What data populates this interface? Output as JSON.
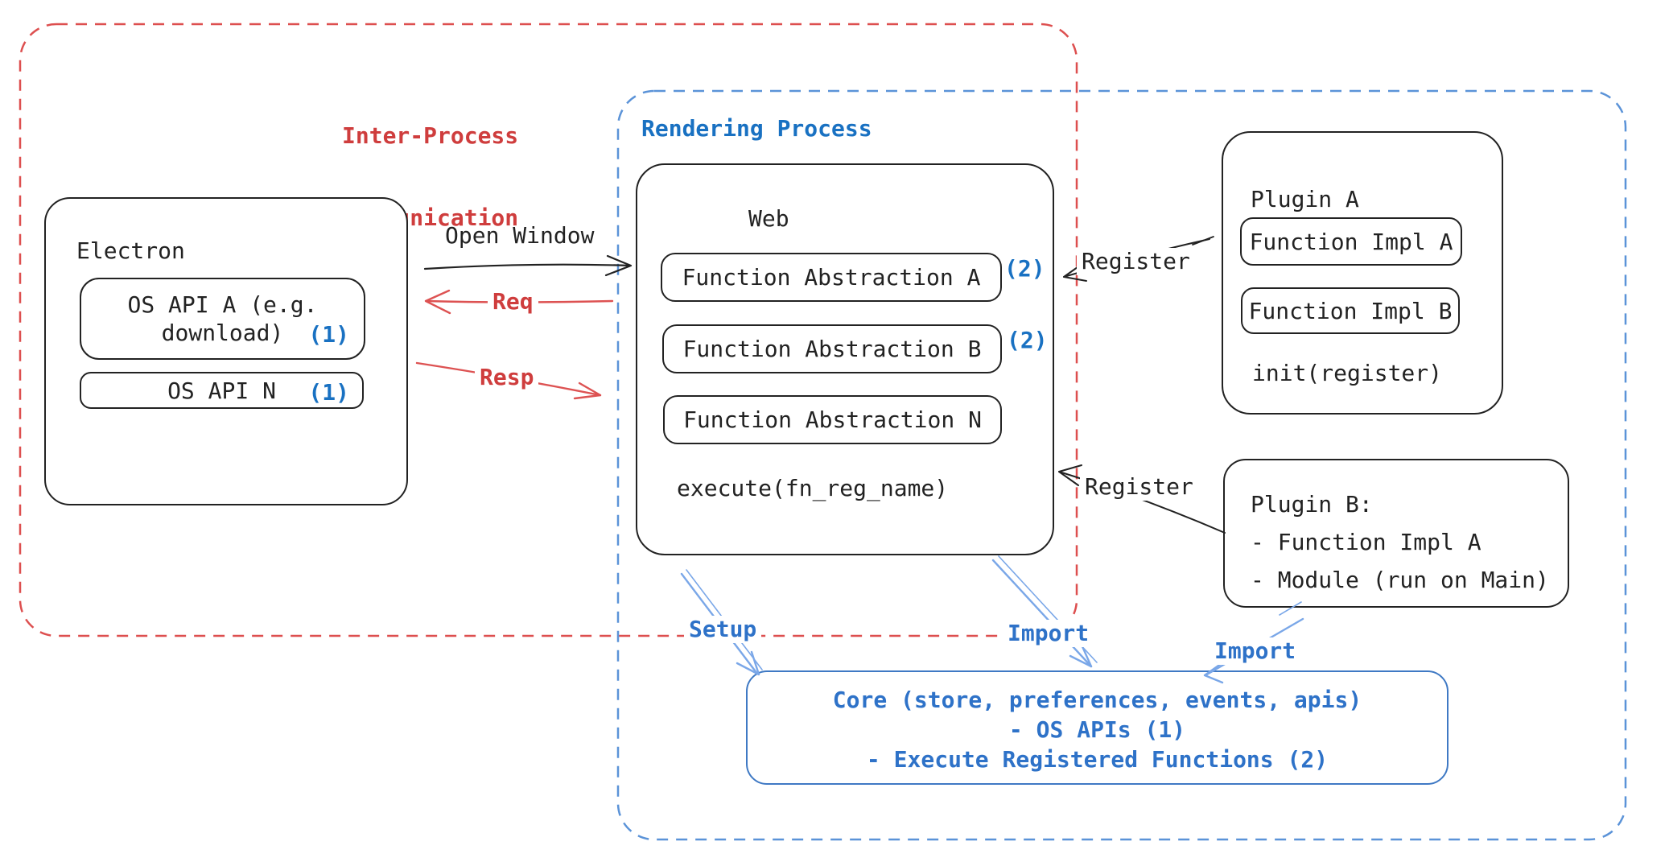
{
  "colors": {
    "ink": "#222222",
    "red_frame": "#dd4f4f",
    "red_text": "#cf3d3d",
    "red_arrow": "#dd5252",
    "blue": "#1971c2",
    "blue_frame": "#5b93d8",
    "blue_arrow": "#7aa7e8",
    "blue_label": "#2e72c8",
    "core_stroke": "#3f79c4"
  },
  "ipc_box": {
    "title_line1": "Inter-Process",
    "title_line2": "Communication"
  },
  "rendering_box": {
    "title": "Rendering Process"
  },
  "electron": {
    "title": "Electron",
    "api_a_line1": "OS API A (e.g.",
    "api_a_line2": "download)",
    "api_a_ref": "(1)",
    "api_n": "OS API N",
    "api_n_ref": "(1)"
  },
  "web": {
    "title": "Web",
    "fn_a": "Function Abstraction A",
    "fn_a_ref": "(2)",
    "fn_b": "Function Abstraction B",
    "fn_b_ref": "(2)",
    "fn_n": "Function Abstraction N",
    "execute": "execute(fn_reg_name)"
  },
  "plugin_a": {
    "title": "Plugin A",
    "impl_a": "Function Impl A",
    "impl_b": "Function Impl B",
    "init": "init(register)"
  },
  "plugin_b": {
    "line1": "Plugin B:",
    "line2": "- Function Impl A",
    "line3": "- Module (run on Main)"
  },
  "core": {
    "line1": "Core (store, preferences, events, apis)",
    "line2": "- OS APIs (1)",
    "line3": "- Execute Registered Functions (2)"
  },
  "arrows": {
    "open_window": "Open Window",
    "req": "Req",
    "resp": "Resp",
    "register_a": "Register",
    "register_b": "Register",
    "setup": "Setup",
    "import_web": "Import",
    "import_plugin": "Import"
  }
}
